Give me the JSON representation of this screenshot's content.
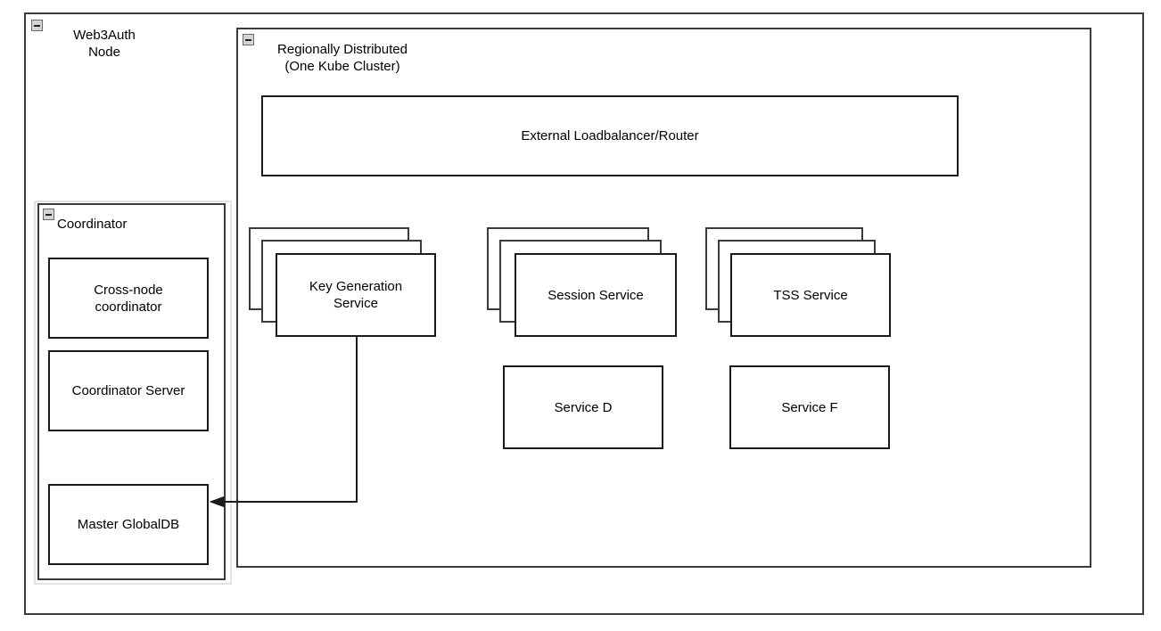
{
  "diagram": {
    "title_visible": false,
    "background": "#ffffff",
    "line_color": "#3a3a3a",
    "text_color": "#000000",
    "collapse_icon_fill": "#d3d3d8"
  },
  "outer_container": {
    "name": "Web3Auth Node",
    "label": "Web3Auth\nNode",
    "collapse_icon": "collapse-minus-icon"
  },
  "regional_container": {
    "name": "Regionally Distributed",
    "label": "Regionally Distributed\n(One Kube Cluster)",
    "collapse_icon": "collapse-minus-icon"
  },
  "coordinator_container": {
    "name": "Coordinator",
    "label": "Coordinator",
    "collapse_icon": "collapse-minus-icon",
    "children": [
      {
        "label": "Cross-node\ncoordinator",
        "name": "cross-node-coordinator"
      },
      {
        "label": "Coordinator Server",
        "name": "coordinator-server"
      },
      {
        "label": "Master GlobalDB",
        "name": "master-globaldb"
      }
    ]
  },
  "loadbalancer": {
    "label": "External Loadbalancer/Router",
    "name": "external-loadbalancer-router"
  },
  "services": {
    "stacked": [
      {
        "label": "Key Generation\nService",
        "name": "key-generation-service",
        "instances": 3
      },
      {
        "label": "Session Service",
        "name": "session-service",
        "instances": 3
      },
      {
        "label": "TSS Service",
        "name": "tss-service",
        "instances": 3
      }
    ],
    "single": [
      {
        "label": "Service D",
        "name": "service-d"
      },
      {
        "label": "Service F",
        "name": "service-f"
      }
    ]
  },
  "connections": [
    {
      "name": "keygen-to-master-globaldb",
      "from": "key-generation-service",
      "to": "master-globaldb",
      "arrow": "single-arrowhead-left"
    }
  ]
}
